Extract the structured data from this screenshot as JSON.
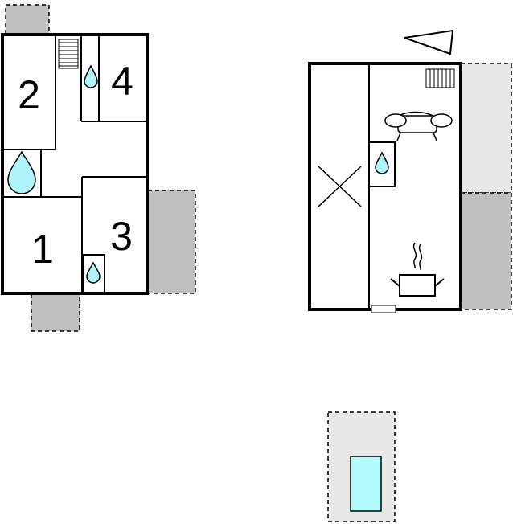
{
  "colors": {
    "wall": "#000000",
    "terrace_dark": "#c0c0c0",
    "terrace_light": "#e8e8e8",
    "water": "#aef4fa",
    "water_outline": "#000000",
    "pool": "#b3fafd",
    "background": "#ffffff"
  },
  "rooms": [
    {
      "number": "1"
    },
    {
      "number": "2"
    },
    {
      "number": "3"
    },
    {
      "number": "4"
    }
  ],
  "icons": [
    "stairs-icon",
    "water-drop-icon",
    "heater-icon",
    "sofa-icon",
    "cooking-pot-icon",
    "north-arrow-icon",
    "cross-mark-icon",
    "door-mark-icon"
  ]
}
